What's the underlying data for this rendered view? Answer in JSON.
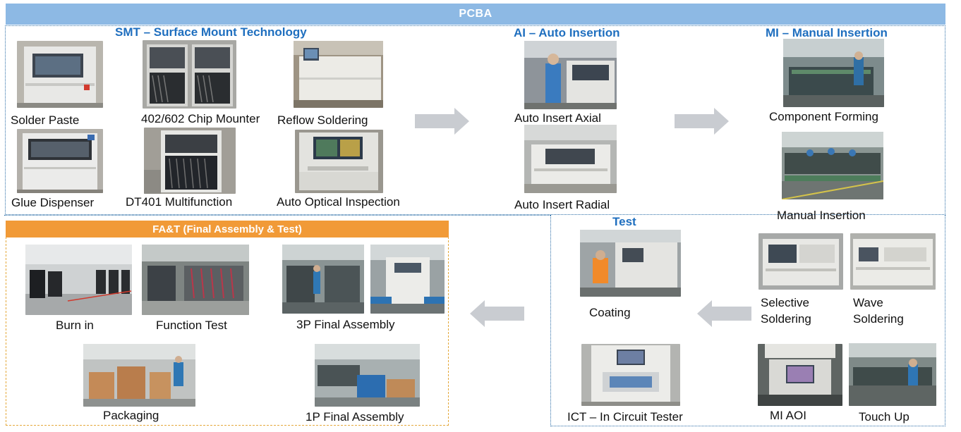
{
  "header": {
    "title": "PCBA"
  },
  "sections": {
    "smt": "SMT – Surface Mount Technology",
    "ai": "AI – Auto Insertion",
    "mi": "MI – Manual Insertion",
    "test": "Test",
    "fat": "FA&T (Final Assembly & Test)"
  },
  "smt": {
    "solder_paste": "Solder Paste",
    "chip_mounter": "402/602 Chip Mounter",
    "reflow": "Reflow Soldering",
    "glue": "Glue Dispenser",
    "dt401": "DT401 Multifunction",
    "aoi": "Auto Optical Inspection"
  },
  "ai": {
    "axial": "Auto Insert  Axial",
    "radial": "Auto Insert Radial"
  },
  "mi": {
    "forming": "Component Forming",
    "manual": "Manual  Insertion",
    "selective_1": "Selective",
    "selective_2": "Soldering",
    "wave_1": "Wave",
    "wave_2": "Soldering",
    "mi_aoi": "MI AOI",
    "touch_up": "Touch Up"
  },
  "test": {
    "coating": "Coating",
    "ict": "ICT – In Circuit Tester"
  },
  "fat": {
    "burn_in": "Burn in",
    "function_test": "Function Test",
    "final_3p": "3P Final Assembly",
    "packaging": "Packaging",
    "final_1p": "1P Final Assembly"
  },
  "colors": {
    "section_title": "#1f6fbf",
    "pcba_bar": "#8db9e4",
    "fat_bar": "#f19a37",
    "arrow": "#c9ccd1"
  }
}
